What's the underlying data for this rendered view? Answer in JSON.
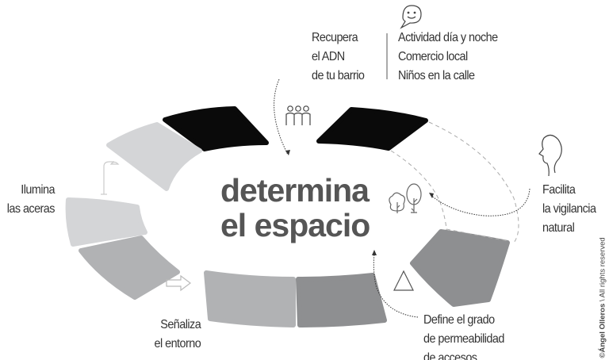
{
  "center": {
    "line1": "determina",
    "line2": "el espacio"
  },
  "top": {
    "left_lines": [
      "Recupera",
      "el ADN",
      "de tu barrio"
    ],
    "right_lines": [
      "Actividad día y noche",
      "Comercio local",
      "Niños en la calle"
    ]
  },
  "left": {
    "lines": [
      "Ilumina",
      "las aceras"
    ]
  },
  "right": {
    "lines": [
      "Facilita",
      "la vigilancia",
      "natural"
    ]
  },
  "bottom_left": {
    "lines": [
      "Señaliza",
      "el entorno"
    ]
  },
  "bottom_right": {
    "lines": [
      "Define el grado",
      "de permeabilidad",
      "de accesos"
    ]
  },
  "copyright": {
    "author": "©Ángel Olleros",
    "rights": "All rights reserved"
  },
  "colors": {
    "black": "#0a0a0a",
    "light": "#d4d5d7",
    "mid": "#b1b2b4",
    "dark": "#8e8f91",
    "text": "#555555"
  },
  "icons": [
    "speech-bubble-smile-icon",
    "people-group-icon",
    "street-lamp-icon",
    "head-profile-icon",
    "trees-icon",
    "arrow-right-icon",
    "triangle-icon"
  ]
}
